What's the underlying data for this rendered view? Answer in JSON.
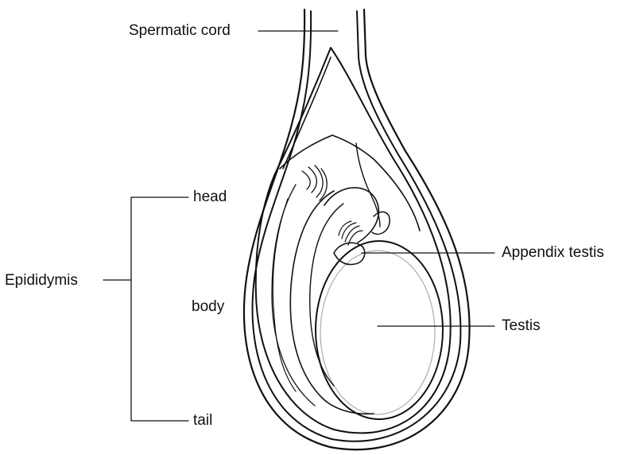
{
  "labels": {
    "spermatic_cord": "Spermatic cord",
    "epididymis": "Epididymis",
    "head": "head",
    "body": "body",
    "tail": "tail",
    "appendix_testis": "Appendix testis",
    "testis": "Testis"
  },
  "colors": {
    "line": "#111111",
    "background": "#ffffff"
  }
}
